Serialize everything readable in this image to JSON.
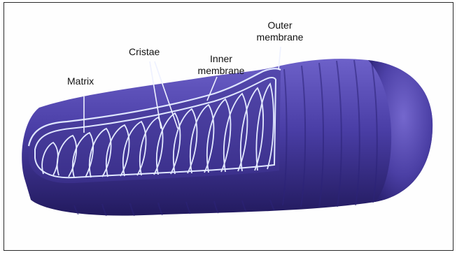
{
  "diagram": {
    "labels": {
      "matrix": "Matrix",
      "cristae": "Cristae",
      "inner_line1": "Inner",
      "inner_line2": "membrane",
      "outer_line1": "Outer",
      "outer_line2": "membrane"
    },
    "colors": {
      "outer_body": "#3b2f8c",
      "outer_highlight": "#6a5cc4",
      "cut_face": "#4a3da3",
      "membrane_line": "#dfe6ff",
      "leader_line": "#eef1ff",
      "text": "#111111"
    }
  }
}
